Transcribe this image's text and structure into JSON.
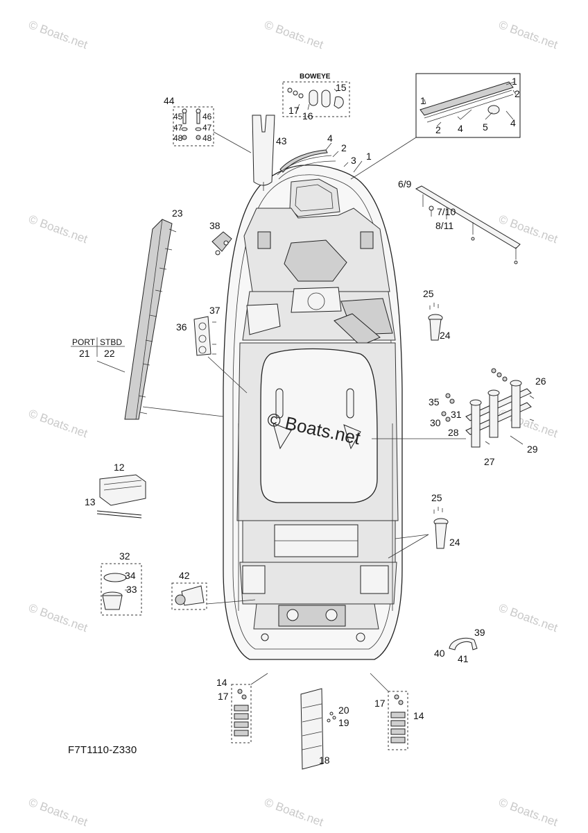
{
  "diagram": {
    "code": "F7T1110-Z330",
    "watermark": "© Boats.net",
    "center_watermark": "© Boats.net",
    "header_boweye": "BOWEYE",
    "port_label": "PORT",
    "stbd_label": "STBD",
    "callouts": {
      "c1a": "1",
      "c1b": "1",
      "c1c": "1",
      "c2a": "2",
      "c2b": "2",
      "c2c": "2",
      "c3": "3",
      "c4a": "4",
      "c4b": "4",
      "c4c": "4",
      "c5": "5",
      "c6_9": "6/9",
      "c7_10": "7/10",
      "c8_11": "8/11",
      "c12": "12",
      "c13": "13",
      "c14a": "14",
      "c14b": "14",
      "c15": "15",
      "c16": "16",
      "c17a": "17",
      "c17b": "17",
      "c17c": "17",
      "c18": "18",
      "c19": "19",
      "c20": "20",
      "c21": "21",
      "c22": "22",
      "c23": "23",
      "c24a": "24",
      "c24b": "24",
      "c25a": "25",
      "c25b": "25",
      "c26": "26",
      "c27": "27",
      "c28": "28",
      "c29": "29",
      "c30": "30",
      "c31": "31",
      "c32": "32",
      "c33": "33",
      "c34": "34",
      "c35": "35",
      "c36": "36",
      "c37": "37",
      "c38": "38",
      "c39": "39",
      "c40": "40",
      "c41": "41",
      "c42": "42",
      "c43": "43",
      "c44": "44",
      "c45": "45",
      "c46": "46",
      "c47a": "47",
      "c47b": "47",
      "c48a": "48",
      "c48b": "48"
    }
  }
}
